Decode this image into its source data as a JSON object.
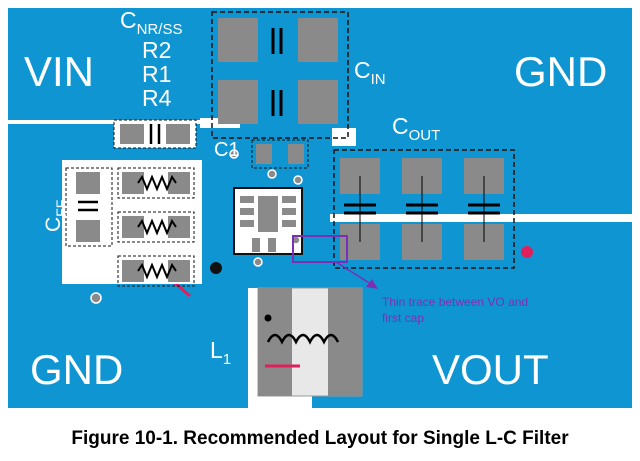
{
  "labels": {
    "vin": "VIN",
    "gnd_top": "GND",
    "gnd_bottom": "GND",
    "vout": "VOUT",
    "cnr_main": "C",
    "cnr_sub": "NR/SS",
    "r2": "R2",
    "r1": "R1",
    "r4": "R4",
    "cin_main": "C",
    "cin_sub": "IN",
    "cout_main": "C",
    "cout_sub": "OUT",
    "c1": "C1",
    "cff_main": "C",
    "cff_sub": "FF",
    "l1_main": "L",
    "l1_sub": "1"
  },
  "annotation": {
    "line1": "Thin trace between VO and",
    "line2": "first cap"
  },
  "caption": "Figure 10-1. Recommended Layout for Single L-C Filter",
  "colors": {
    "copper": "#0f96d2",
    "substrate": "#ffffff",
    "pad": "#8a8a8a",
    "trace": "#e0205a",
    "annotation": "#7a2fb5",
    "label": "#ffffff"
  }
}
